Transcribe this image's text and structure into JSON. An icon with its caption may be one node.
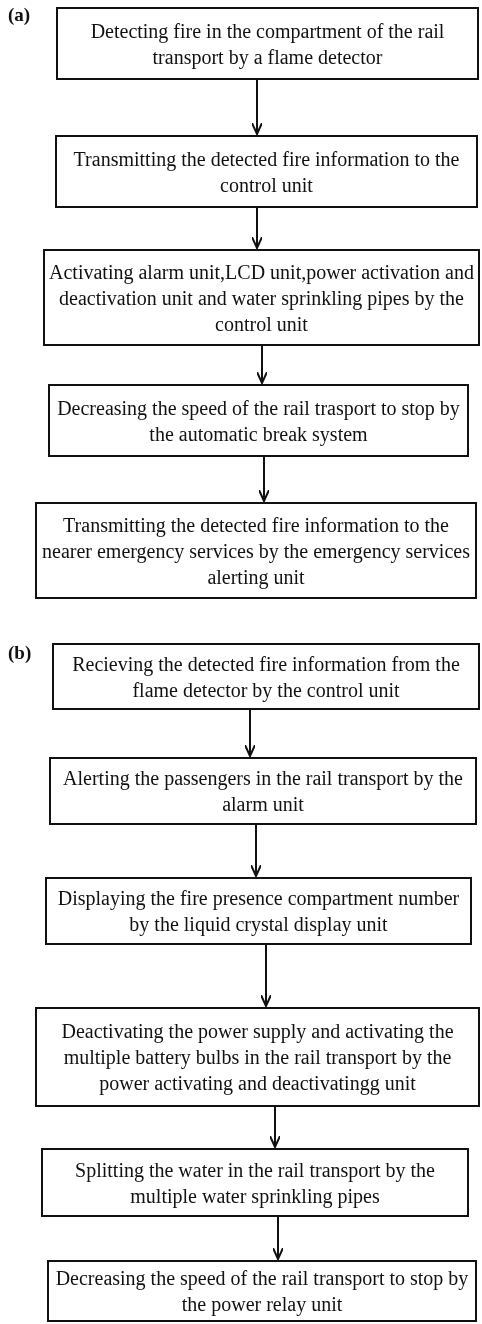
{
  "diagram": {
    "nodes": [
      {
        "text": [
          "Detecting fire in the compartment of the rail transport by a flame detector"
        ]
      },
      {
        "text": [
          "Transmitting the detected fire information to the control unit"
        ]
      },
      {
        "text": [
          "Activating alarm unit,LCD unit,power activation and deactivation unit and water sprinkling pipes by the control unit"
        ]
      },
      {
        "text": [
          "Decreasing the speed of the rail trasport to stop by the automatic break system"
        ]
      },
      {
        "text": [
          "Transmitting the detected fire information to the nearer emergency services by the emergency services alerting unit"
        ]
      },
      {
        "text": [
          "Recieving the detected fire information from the flame detector by the control unit"
        ]
      },
      {
        "text": [
          "Alerting the passengers in the rail transport by the alarm unit"
        ]
      },
      {
        "text": [
          "Displaying the fire presence compartment number by the liquid crystal display unit"
        ]
      },
      {
        "text": [
          "Deactivating the power supply and activating the multiple battery bulbs in the rail transport by the power activating and deactivatingg unit"
        ]
      },
      {
        "text": [
          "Splitting the water in the rail transport by the multiple water sprinkling pipes"
        ]
      },
      {
        "text": [
          "Decreasing the speed of the rail transport to stop by the power relay unit"
        ]
      }
    ],
    "edges": [
      {
        "from": 0,
        "to": 1,
        "arrow": "to"
      },
      {
        "from": 1,
        "to": 2,
        "arrow": "to"
      },
      {
        "from": 2,
        "to": 3,
        "arrow": "to"
      },
      {
        "from": 3,
        "to": 4,
        "arrow": "to"
      },
      {
        "from": 5,
        "to": 6,
        "arrow": "to"
      },
      {
        "from": 6,
        "to": 7,
        "arrow": "to"
      },
      {
        "from": 7,
        "to": 8,
        "arrow": "to"
      },
      {
        "from": 8,
        "to": 9,
        "arrow": "to"
      },
      {
        "from": 9,
        "to": 10,
        "arrow": "to"
      }
    ],
    "labels": [
      "(a)",
      "(b)"
    ]
  }
}
